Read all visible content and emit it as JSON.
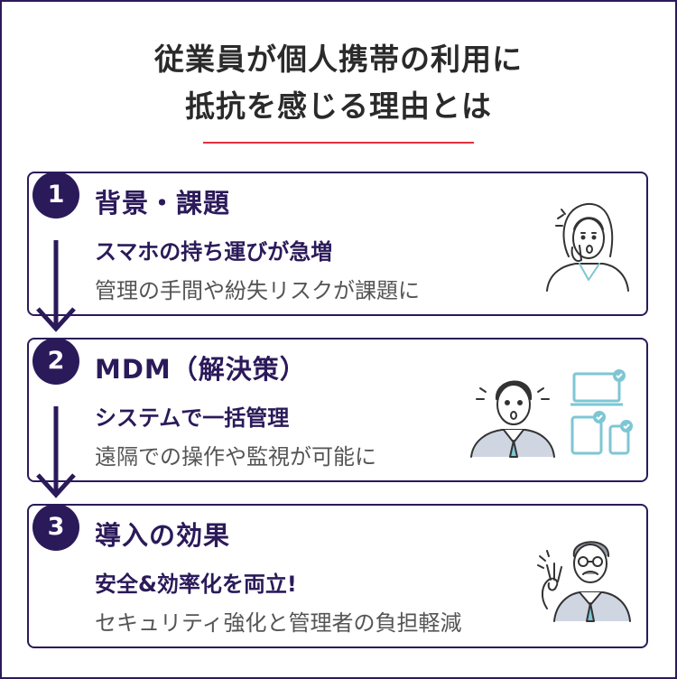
{
  "title": {
    "line1": "従業員が個人携帯の利用に",
    "line2": "抵抗を感じる理由とは"
  },
  "accent_color": "#e0323e",
  "brand_color": "#2b1a5a",
  "steps": [
    {
      "number": "1",
      "title": "背景・課題",
      "subtitle": "スマホの持ち運びが急増",
      "description": "管理の手間や紛失リスクが課題に",
      "illustration": "worried-woman-icon"
    },
    {
      "number": "2",
      "title": "MDM（解決策）",
      "subtitle": "システムで一括管理",
      "description": "遠隔での操作や監視が可能に",
      "illustration": "surprised-businessman-with-devices-icon"
    },
    {
      "number": "3",
      "title": "導入の効果",
      "subtitle": "安全&効率化を両立!",
      "description": "セキュリティ強化と管理者の負担軽減",
      "illustration": "senior-man-ok-sign-icon"
    }
  ]
}
